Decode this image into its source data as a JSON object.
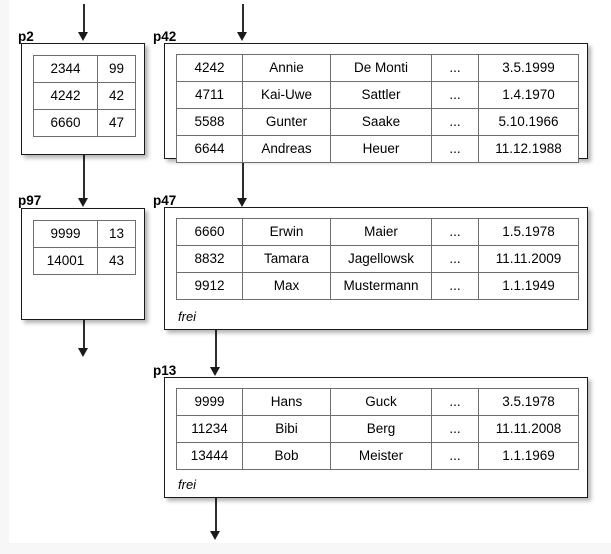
{
  "diagram": {
    "title": "B-tree / hash bucket page diagram",
    "colors": {
      "page_background": "#f7f7f7",
      "canvas": "#ffffff",
      "node_border": "#1a1a1a",
      "cell_border": "#6e6e6e",
      "arrow": "#2e2e2e",
      "text": "#000000"
    },
    "ellipsis": "...",
    "free_label": "frei"
  },
  "nodes": [
    {
      "id": "p2",
      "label": "p2",
      "kind": "index",
      "columns": 2,
      "rows": [
        [
          "2344",
          "99"
        ],
        [
          "4242",
          "42"
        ],
        [
          "6660",
          "47"
        ]
      ],
      "free_label": null
    },
    {
      "id": "p42",
      "label": "p42",
      "kind": "data",
      "columns": 5,
      "rows": [
        [
          "4242",
          "Annie",
          "De Monti",
          "...",
          "3.5.1999"
        ],
        [
          "4711",
          "Kai-Uwe",
          "Sattler",
          "...",
          "1.4.1970"
        ],
        [
          "5588",
          "Gunter",
          "Saake",
          "...",
          "5.10.1966"
        ],
        [
          "6644",
          "Andreas",
          "Heuer",
          "...",
          "11.12.1988"
        ]
      ],
      "free_label": null
    },
    {
      "id": "p97",
      "label": "p97",
      "kind": "index",
      "columns": 2,
      "rows": [
        [
          "9999",
          "13"
        ],
        [
          "14001",
          "43"
        ]
      ],
      "free_label": null
    },
    {
      "id": "p47",
      "label": "p47",
      "kind": "data",
      "columns": 5,
      "rows": [
        [
          "6660",
          "Erwin",
          "Maier",
          "...",
          "1.5.1978"
        ],
        [
          "8832",
          "Tamara",
          "Jagellowsk",
          "...",
          "11.11.2009"
        ],
        [
          "9912",
          "Max",
          "Mustermann",
          "...",
          "1.1.1949"
        ]
      ],
      "free_label": "frei"
    },
    {
      "id": "p13",
      "label": "p13",
      "kind": "data",
      "columns": 5,
      "rows": [
        [
          "9999",
          "Hans",
          "Guck",
          "...",
          "3.5.1978"
        ],
        [
          "11234",
          "Bibi",
          "Berg",
          "...",
          "11.11.2008"
        ],
        [
          "13444",
          "Bob",
          "Meister",
          "...",
          "1.1.1969"
        ]
      ],
      "free_label": "frei"
    }
  ],
  "arrows": [
    {
      "id": "arrow-into-p2",
      "name": "arrow-into-p2"
    },
    {
      "id": "arrow-into-p42",
      "name": "arrow-into-p42"
    },
    {
      "id": "arrow-p2-to-p97",
      "name": "arrow-p2-to-p97"
    },
    {
      "id": "arrow-p42-to-p47",
      "name": "arrow-p42-to-p47"
    },
    {
      "id": "arrow-p97-out",
      "name": "arrow-p97-out"
    },
    {
      "id": "arrow-p47-to-p13",
      "name": "arrow-p47-to-p13"
    },
    {
      "id": "arrow-p13-out",
      "name": "arrow-p13-out"
    }
  ]
}
